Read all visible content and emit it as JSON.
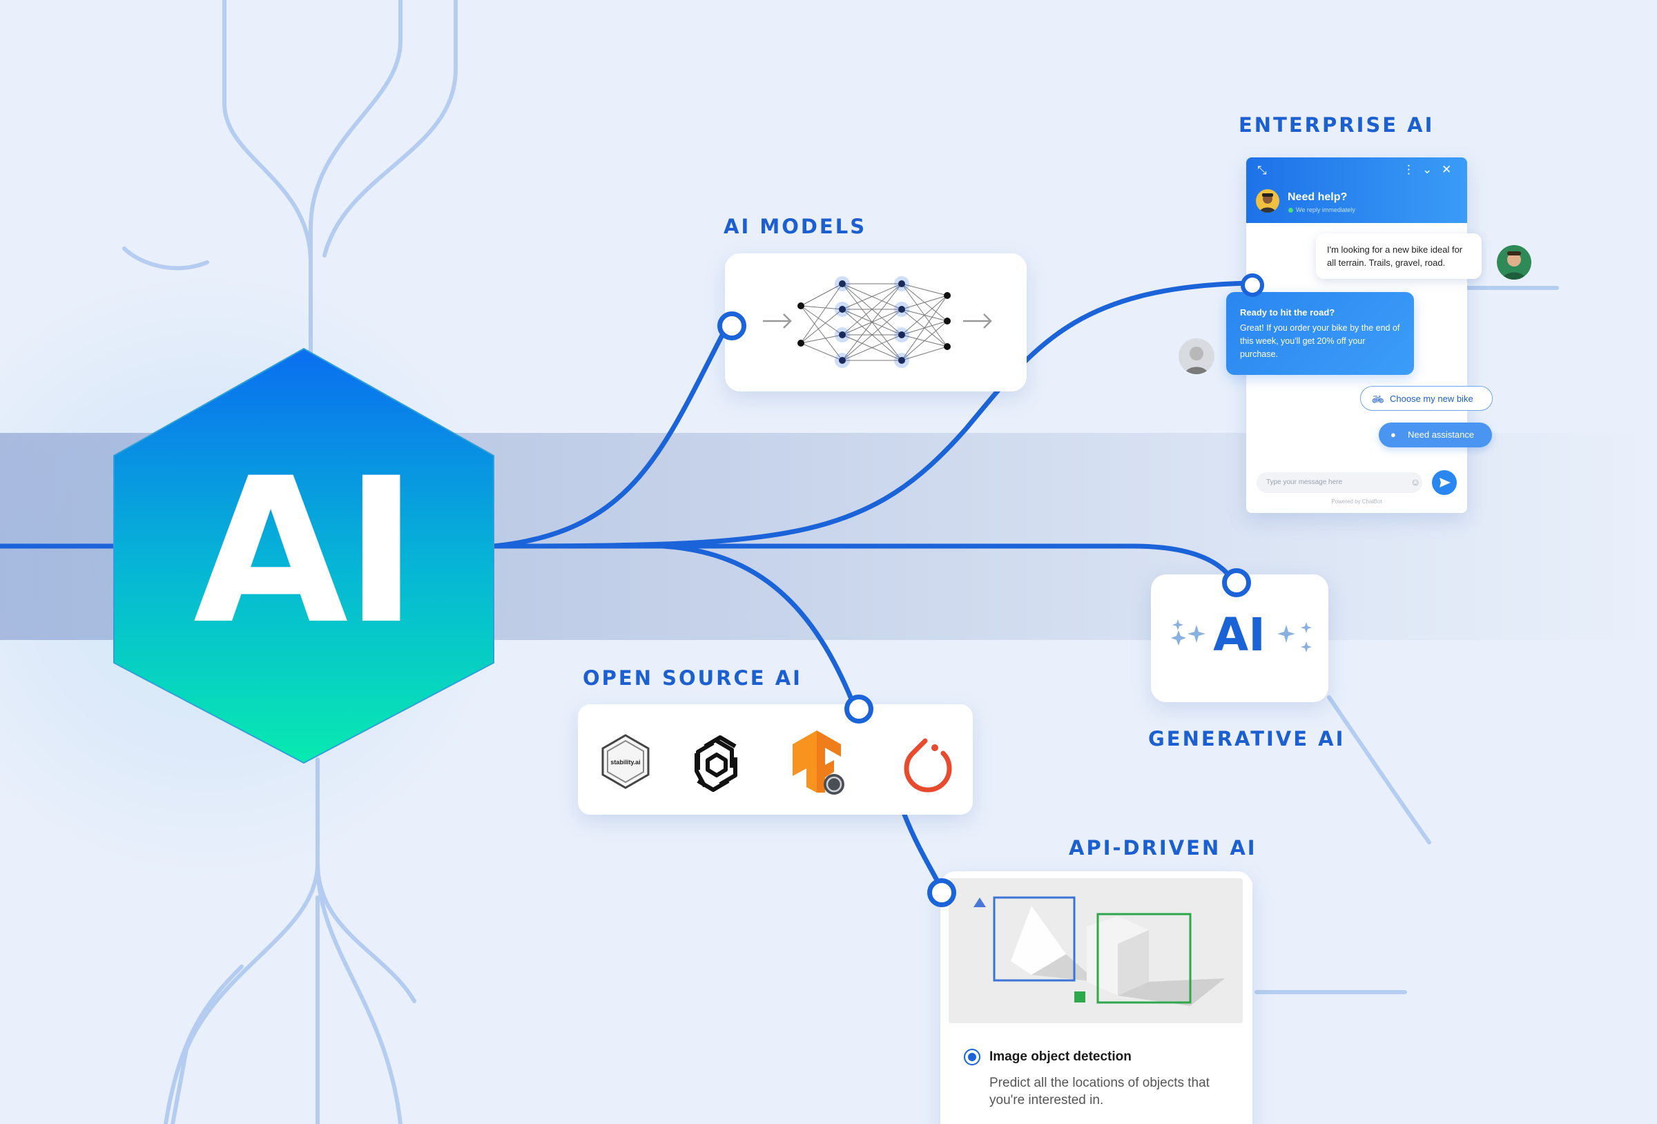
{
  "hub": {
    "label": "AI"
  },
  "sections": {
    "ai_models": {
      "label": "AI MODELS"
    },
    "enterprise_ai": {
      "label": "ENTERPRISE AI"
    },
    "open_source_ai": {
      "label": "OPEN SOURCE AI"
    },
    "generative_ai": {
      "label": "GENERATIVE AI",
      "card_text": "AI"
    },
    "api_driven_ai": {
      "label": "API-DRIVEN AI"
    }
  },
  "chat_widget": {
    "title": "Need help?",
    "subtitle": "We reply immediately",
    "user_message": "I'm looking for a new bike ideal for all terrain. Trails, gravel, road.",
    "bot_title": "Ready to hit the road?",
    "bot_message": "Great! If you order your bike by the end of this week, you'll get 20% off your purchase.",
    "chip_primary": "Choose my new bike",
    "chip_secondary": "Need assistance",
    "input_placeholder": "Type your message here",
    "powered_by": "Powered by ChatBot"
  },
  "open_source_logos": [
    {
      "name": "stability.ai",
      "icon": "stability-logo-icon"
    },
    {
      "name": "OpenAI",
      "icon": "openai-logo-icon"
    },
    {
      "name": "TensorFlow",
      "icon": "tensorflow-logo-icon"
    },
    {
      "name": "PyTorch",
      "icon": "pytorch-logo-icon"
    }
  ],
  "api_card": {
    "title": "Image object detection",
    "description": "Predict all the locations of objects that you're interested in."
  },
  "colors": {
    "accent": "#1b63d8",
    "background": "#e9f0fb",
    "hex_top": "#0a6ef0",
    "hex_bottom": "#08e6b4"
  }
}
